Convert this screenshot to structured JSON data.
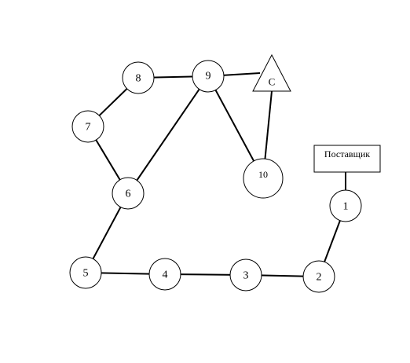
{
  "diagram": {
    "supplier": {
      "label": "Поставщик"
    },
    "consumer": {
      "label": "С"
    },
    "nodes": {
      "n1": "1",
      "n2": "2",
      "n3": "3",
      "n4": "4",
      "n5": "5",
      "n6": "6",
      "n7": "7",
      "n8": "8",
      "n9": "9",
      "n10": "10"
    }
  }
}
